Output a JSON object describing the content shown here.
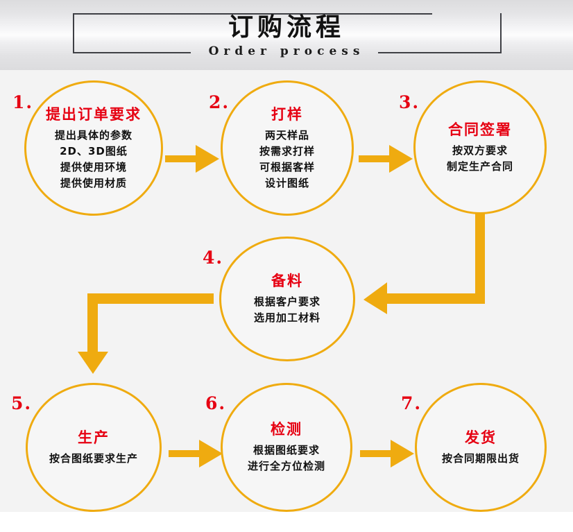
{
  "header": {
    "title_cn": "订购流程",
    "title_en": "Order  process",
    "bg_accent": "#3e3f44"
  },
  "theme": {
    "node_border": "#efab10",
    "arrow_color": "#efab10",
    "title_color": "#e60012",
    "text_color": "#111111",
    "page_bg": "#f3f3f3"
  },
  "steps": [
    {
      "num": "1.",
      "title": "提出订单要求",
      "lines": [
        "提出具体的参数",
        "2D、3D图纸",
        "提供使用环境",
        "提供使用材质"
      ]
    },
    {
      "num": "2.",
      "title": "打样",
      "lines": [
        "两天样品",
        "按需求打样",
        "可根据客样",
        "设计图纸"
      ]
    },
    {
      "num": "3.",
      "title": "合同签署",
      "lines": [
        "按双方要求",
        "制定生产合同"
      ]
    },
    {
      "num": "4.",
      "title": "备料",
      "lines": [
        "根据客户要求",
        "选用加工材料"
      ]
    },
    {
      "num": "5.",
      "title": "生产",
      "lines": [
        "按合图纸要求生产"
      ]
    },
    {
      "num": "6.",
      "title": "检测",
      "lines": [
        "根据图纸要求",
        "进行全方位检测"
      ]
    },
    {
      "num": "7.",
      "title": "发货",
      "lines": [
        "按合同期限出货"
      ]
    }
  ],
  "connectors": [
    {
      "name": "arrow-step1-to-step2",
      "type": "straight-right"
    },
    {
      "name": "arrow-step2-to-step3",
      "type": "straight-right"
    },
    {
      "name": "arrow-step3-to-step4",
      "type": "down-then-left"
    },
    {
      "name": "arrow-step4-to-step5",
      "type": "left-then-down"
    },
    {
      "name": "arrow-step5-to-step6",
      "type": "straight-right"
    },
    {
      "name": "arrow-step6-to-step7",
      "type": "straight-right"
    }
  ]
}
